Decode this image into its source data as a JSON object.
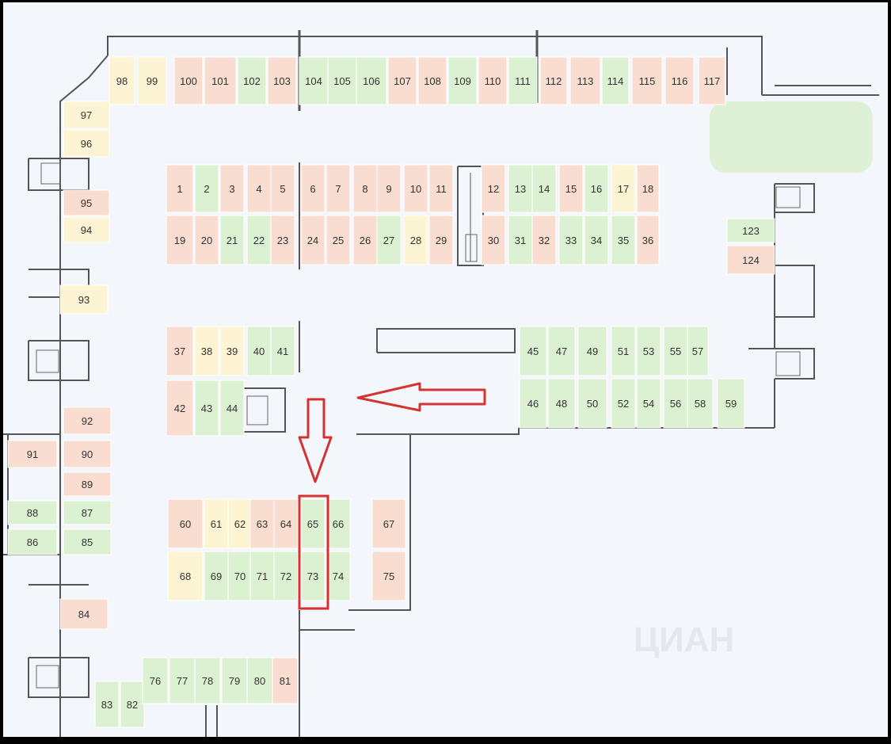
{
  "plan": {
    "title": "Parking floor plan",
    "colors": {
      "sold": "#f8ddd0",
      "available": "#dcf1d2",
      "reserved": "#fcf4d2",
      "wall": "#555555",
      "marker": "#d33333",
      "background": "#f3f6fa"
    },
    "highlighted_spaces": [
      "65",
      "73"
    ],
    "watermark": "ЦИАН",
    "spaces": [
      {
        "n": "98",
        "s": "reserved"
      },
      {
        "n": "99",
        "s": "reserved"
      },
      {
        "n": "100",
        "s": "sold"
      },
      {
        "n": "101",
        "s": "sold"
      },
      {
        "n": "102",
        "s": "available"
      },
      {
        "n": "103",
        "s": "sold"
      },
      {
        "n": "104",
        "s": "available"
      },
      {
        "n": "105",
        "s": "available"
      },
      {
        "n": "106",
        "s": "available"
      },
      {
        "n": "107",
        "s": "sold"
      },
      {
        "n": "108",
        "s": "sold"
      },
      {
        "n": "109",
        "s": "available"
      },
      {
        "n": "110",
        "s": "sold"
      },
      {
        "n": "111",
        "s": "available"
      },
      {
        "n": "112",
        "s": "sold"
      },
      {
        "n": "113",
        "s": "sold"
      },
      {
        "n": "114",
        "s": "available"
      },
      {
        "n": "115",
        "s": "sold"
      },
      {
        "n": "116",
        "s": "sold"
      },
      {
        "n": "117",
        "s": "sold"
      },
      {
        "n": "97",
        "s": "reserved"
      },
      {
        "n": "96",
        "s": "reserved"
      },
      {
        "n": "95",
        "s": "sold"
      },
      {
        "n": "94",
        "s": "reserved"
      },
      {
        "n": "93",
        "s": "reserved"
      },
      {
        "n": "92",
        "s": "sold"
      },
      {
        "n": "91",
        "s": "sold"
      },
      {
        "n": "90",
        "s": "sold"
      },
      {
        "n": "89",
        "s": "sold"
      },
      {
        "n": "88",
        "s": "available"
      },
      {
        "n": "87",
        "s": "available"
      },
      {
        "n": "86",
        "s": "available"
      },
      {
        "n": "85",
        "s": "available"
      },
      {
        "n": "84",
        "s": "sold"
      },
      {
        "n": "83",
        "s": "available"
      },
      {
        "n": "82",
        "s": "available"
      },
      {
        "n": "76",
        "s": "available"
      },
      {
        "n": "77",
        "s": "available"
      },
      {
        "n": "78",
        "s": "available"
      },
      {
        "n": "79",
        "s": "available"
      },
      {
        "n": "80",
        "s": "available"
      },
      {
        "n": "81",
        "s": "sold"
      },
      {
        "n": "1",
        "s": "sold"
      },
      {
        "n": "2",
        "s": "available"
      },
      {
        "n": "3",
        "s": "sold"
      },
      {
        "n": "4",
        "s": "sold"
      },
      {
        "n": "5",
        "s": "sold"
      },
      {
        "n": "6",
        "s": "sold"
      },
      {
        "n": "7",
        "s": "sold"
      },
      {
        "n": "8",
        "s": "sold"
      },
      {
        "n": "9",
        "s": "sold"
      },
      {
        "n": "10",
        "s": "sold"
      },
      {
        "n": "11",
        "s": "sold"
      },
      {
        "n": "12",
        "s": "sold"
      },
      {
        "n": "13",
        "s": "available"
      },
      {
        "n": "14",
        "s": "available"
      },
      {
        "n": "15",
        "s": "sold"
      },
      {
        "n": "16",
        "s": "available"
      },
      {
        "n": "17",
        "s": "reserved"
      },
      {
        "n": "18",
        "s": "sold"
      },
      {
        "n": "19",
        "s": "sold"
      },
      {
        "n": "20",
        "s": "sold"
      },
      {
        "n": "21",
        "s": "available"
      },
      {
        "n": "22",
        "s": "available"
      },
      {
        "n": "23",
        "s": "sold"
      },
      {
        "n": "24",
        "s": "sold"
      },
      {
        "n": "25",
        "s": "sold"
      },
      {
        "n": "26",
        "s": "sold"
      },
      {
        "n": "27",
        "s": "available"
      },
      {
        "n": "28",
        "s": "reserved"
      },
      {
        "n": "29",
        "s": "sold"
      },
      {
        "n": "30",
        "s": "sold"
      },
      {
        "n": "31",
        "s": "available"
      },
      {
        "n": "32",
        "s": "sold"
      },
      {
        "n": "33",
        "s": "available"
      },
      {
        "n": "34",
        "s": "available"
      },
      {
        "n": "35",
        "s": "available"
      },
      {
        "n": "36",
        "s": "sold"
      },
      {
        "n": "123",
        "s": "available"
      },
      {
        "n": "124",
        "s": "sold"
      },
      {
        "n": "37",
        "s": "sold"
      },
      {
        "n": "38",
        "s": "reserved"
      },
      {
        "n": "39",
        "s": "reserved"
      },
      {
        "n": "40",
        "s": "available"
      },
      {
        "n": "41",
        "s": "available"
      },
      {
        "n": "42",
        "s": "sold"
      },
      {
        "n": "43",
        "s": "available"
      },
      {
        "n": "44",
        "s": "available"
      },
      {
        "n": "45",
        "s": "available"
      },
      {
        "n": "47",
        "s": "available"
      },
      {
        "n": "49",
        "s": "available"
      },
      {
        "n": "51",
        "s": "available"
      },
      {
        "n": "53",
        "s": "available"
      },
      {
        "n": "55",
        "s": "available"
      },
      {
        "n": "57",
        "s": "available"
      },
      {
        "n": "46",
        "s": "available"
      },
      {
        "n": "48",
        "s": "available"
      },
      {
        "n": "50",
        "s": "available"
      },
      {
        "n": "52",
        "s": "available"
      },
      {
        "n": "54",
        "s": "available"
      },
      {
        "n": "56",
        "s": "available"
      },
      {
        "n": "58",
        "s": "available"
      },
      {
        "n": "59",
        "s": "available"
      },
      {
        "n": "60",
        "s": "sold"
      },
      {
        "n": "61",
        "s": "reserved"
      },
      {
        "n": "62",
        "s": "reserved"
      },
      {
        "n": "63",
        "s": "sold"
      },
      {
        "n": "64",
        "s": "sold"
      },
      {
        "n": "65",
        "s": "available"
      },
      {
        "n": "66",
        "s": "available"
      },
      {
        "n": "67",
        "s": "sold"
      },
      {
        "n": "68",
        "s": "reserved"
      },
      {
        "n": "69",
        "s": "available"
      },
      {
        "n": "70",
        "s": "available"
      },
      {
        "n": "71",
        "s": "available"
      },
      {
        "n": "72",
        "s": "available"
      },
      {
        "n": "73",
        "s": "available"
      },
      {
        "n": "74",
        "s": "available"
      },
      {
        "n": "75",
        "s": "sold"
      }
    ]
  }
}
